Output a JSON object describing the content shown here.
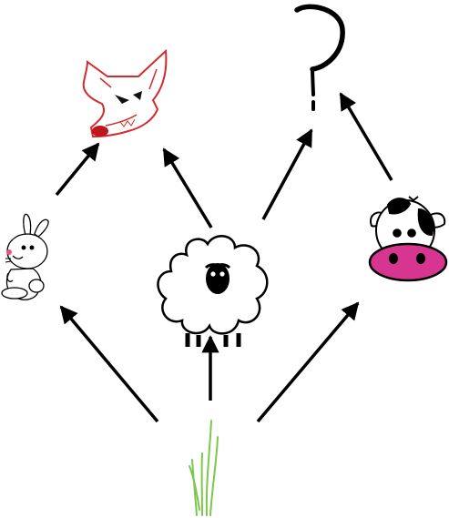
{
  "diagram": {
    "kind": "food-web",
    "nodes": [
      {
        "id": "grass",
        "icon": "grass-icon"
      },
      {
        "id": "rabbit",
        "icon": "rabbit-icon"
      },
      {
        "id": "sheep",
        "icon": "sheep-icon"
      },
      {
        "id": "cow",
        "icon": "cow-icon"
      },
      {
        "id": "wolf",
        "icon": "wolf-icon"
      },
      {
        "id": "unknown",
        "icon": "question-mark-icon"
      }
    ],
    "edges": [
      {
        "from": "grass",
        "to": "rabbit"
      },
      {
        "from": "grass",
        "to": "sheep"
      },
      {
        "from": "grass",
        "to": "cow"
      },
      {
        "from": "rabbit",
        "to": "wolf"
      },
      {
        "from": "sheep",
        "to": "wolf"
      },
      {
        "from": "sheep",
        "to": "unknown"
      },
      {
        "from": "cow",
        "to": "unknown"
      }
    ],
    "colors": {
      "wolf": "#d42a2a",
      "grass": "#7bc84a",
      "cow_nose": "#d6368f",
      "arrow": "#000000"
    }
  }
}
